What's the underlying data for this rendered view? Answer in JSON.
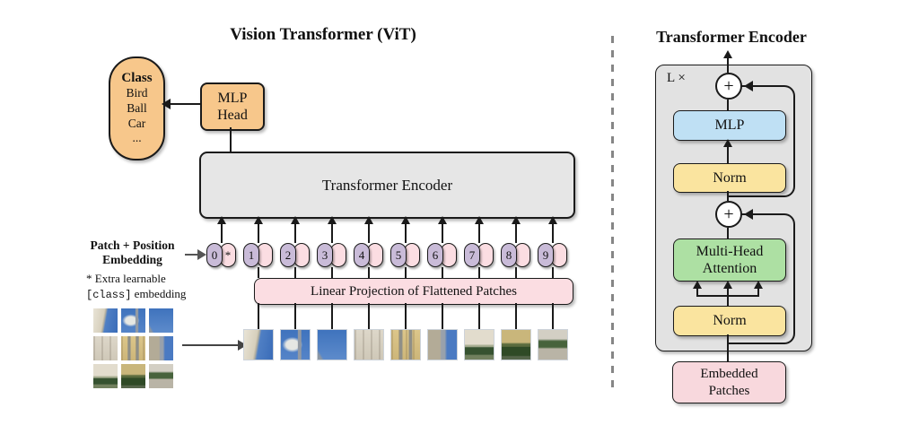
{
  "left": {
    "title": "Vision Transformer (ViT)",
    "class_oval": {
      "heading": "Class",
      "items": [
        "Bird",
        "Ball",
        "Car",
        "..."
      ]
    },
    "mlp_head": {
      "line1": "MLP",
      "line2": "Head"
    },
    "encoder_label": "Transformer Encoder",
    "embedding_label": {
      "line1": "Patch + Position",
      "line2": "Embedding"
    },
    "footnote": {
      "line1": "* Extra learnable",
      "code": "[class]",
      "rest": " embedding"
    },
    "linear_projection": "Linear Projection of Flattened Patches",
    "token_positions": [
      "0",
      "1",
      "2",
      "3",
      "4",
      "5",
      "6",
      "7",
      "8",
      "9"
    ],
    "class_token_mark": "*"
  },
  "right": {
    "title": "Transformer Encoder",
    "loop_label": "L ×",
    "plus": "+",
    "mlp": "MLP",
    "norm_top": "Norm",
    "mha": {
      "line1": "Multi-Head",
      "line2": "Attention"
    },
    "norm_bottom": "Norm",
    "embedded": {
      "line1": "Embedded",
      "line2": "Patches"
    }
  },
  "colors": {
    "orange": "#f7c78b",
    "gray-box": "#e6e6e6",
    "container": "#e2e2e2",
    "purple": "#c9bbd8",
    "pink": "#fbdde2",
    "blue": "#bfe0f4",
    "yellow": "#fae49f",
    "green": "#ade0a3",
    "pinkbox": "#f8d8dd",
    "line": "#1a1a1a"
  },
  "patches": {
    "cells": [
      "linear-gradient(100deg, #e9e4d6 0%, #d6cfbc 40%, #b8b2a0 45%, #4f7fc4 52%, #3a6cb8 100%)",
      "linear-gradient(90deg, rgba(0,0,0,0) 0 58%, #939aa3 60% 70%, rgba(0,0,0,0) 72%), radial-gradient(ellipse 55% 40% at 40% 50%, #e6e7e3 0 40%, rgba(230,231,227,0) 65%), linear-gradient(180deg, #3f73bd 0%, #5584c8 100%)",
      "linear-gradient(60deg, #8d97a2 0 8%, rgba(0,0,0,0) 14%), linear-gradient(180deg, #3f73bd 0%, #5d8bcb 100%)",
      "repeating-linear-gradient(90deg, rgba(120,110,95,0.25) 0 2px, rgba(0,0,0,0) 2px 9px), linear-gradient(180deg, #ddd7c9 0%, #cfc8b8 100%)",
      "linear-gradient(90deg, rgba(0,0,0,0) 0 26%, #8f8f87 28% 38%, rgba(0,0,0,0) 40% 60%, #8f8f87 62% 72%, rgba(0,0,0,0) 74%), repeating-linear-gradient(90deg, rgba(140,120,80,0.3) 0 2px, rgba(0,0,0,0) 2px 8px), linear-gradient(180deg, #dcc68a 0%, #cdb679 100%)",
      "linear-gradient(90deg, #b3ab97 0 42%, #98a1ac 46% 58%, #4a7ac2 66% 100%)",
      "linear-gradient(180deg, #e2dccd 0 48%, #aab094 52% 56%, #365230 60% 82%, #71805e 86% 100%)",
      "linear-gradient(180deg, #c9b67b 0 42%, #5a6b3e 48% 56%, #2f4a26 58% 86%, #55654a 90% 100%)",
      "linear-gradient(180deg, #d3cfc4 0 30%, #47633c 38% 58%, #b9b4a6 64% 100%)"
    ]
  }
}
